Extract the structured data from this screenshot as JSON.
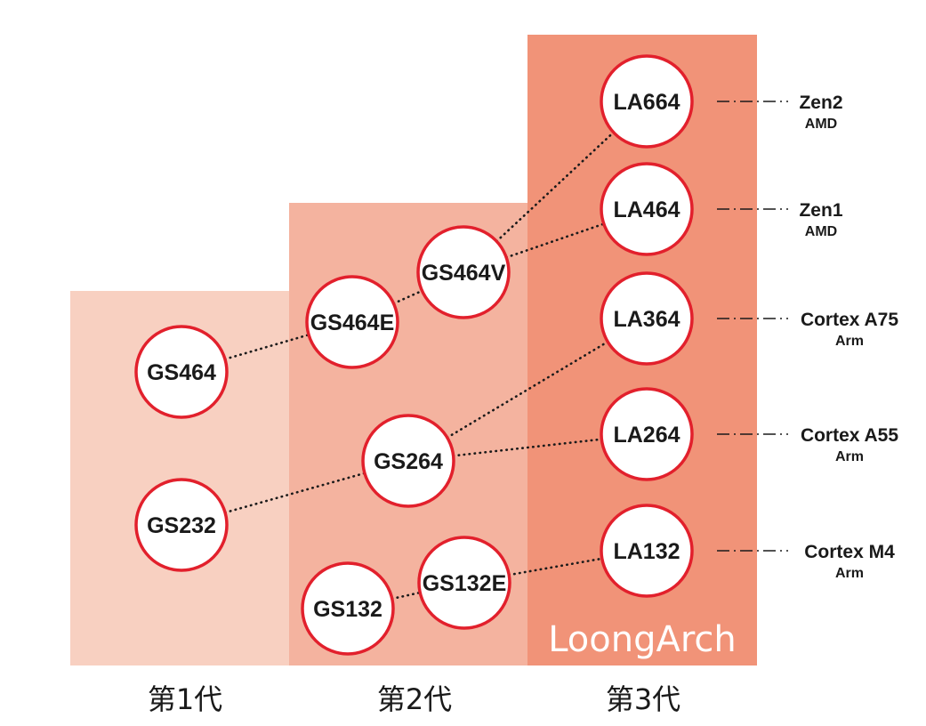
{
  "colors": {
    "gen1_fill": "#f8d0c1",
    "gen2_fill": "#f4b39f",
    "gen3_fill": "#f19378",
    "node_stroke": "#e2202c",
    "node_fill": "#ffffff",
    "text": "#1a1a1a",
    "logo": "#ffffff"
  },
  "generations": [
    {
      "id": "gen1",
      "label": "第1代"
    },
    {
      "id": "gen2",
      "label": "第2代"
    },
    {
      "id": "gen3",
      "label": "第3代"
    }
  ],
  "nodes": [
    {
      "id": "GS464",
      "label": "GS464"
    },
    {
      "id": "GS232",
      "label": "GS232"
    },
    {
      "id": "GS464E",
      "label": "GS464E"
    },
    {
      "id": "GS464V",
      "label": "GS464V"
    },
    {
      "id": "GS264",
      "label": "GS264"
    },
    {
      "id": "GS132",
      "label": "GS132"
    },
    {
      "id": "GS132E",
      "label": "GS132E"
    },
    {
      "id": "LA664",
      "label": "LA664"
    },
    {
      "id": "LA464",
      "label": "LA464"
    },
    {
      "id": "LA364",
      "label": "LA364"
    },
    {
      "id": "LA264",
      "label": "LA264"
    },
    {
      "id": "LA132",
      "label": "LA132"
    }
  ],
  "edges": [
    {
      "from": "GS464",
      "to": "GS464E"
    },
    {
      "from": "GS464E",
      "to": "GS464V"
    },
    {
      "from": "GS464V",
      "to": "LA664"
    },
    {
      "from": "GS464V",
      "to": "LA464"
    },
    {
      "from": "GS232",
      "to": "GS264"
    },
    {
      "from": "GS264",
      "to": "LA364"
    },
    {
      "from": "GS264",
      "to": "LA264"
    },
    {
      "from": "GS132",
      "to": "GS132E"
    },
    {
      "from": "GS132E",
      "to": "LA132"
    }
  ],
  "benchmarks": [
    {
      "node": "LA664",
      "name": "Zen2",
      "vendor": "AMD"
    },
    {
      "node": "LA464",
      "name": "Zen1",
      "vendor": "AMD"
    },
    {
      "node": "LA364",
      "name": "Cortex A75",
      "vendor": "Arm"
    },
    {
      "node": "LA264",
      "name": "Cortex A55",
      "vendor": "Arm"
    },
    {
      "node": "LA132",
      "name": "Cortex M4",
      "vendor": "Arm"
    }
  ],
  "logo": {
    "text": "LoongArch",
    "icon": "loongarch-logo"
  }
}
